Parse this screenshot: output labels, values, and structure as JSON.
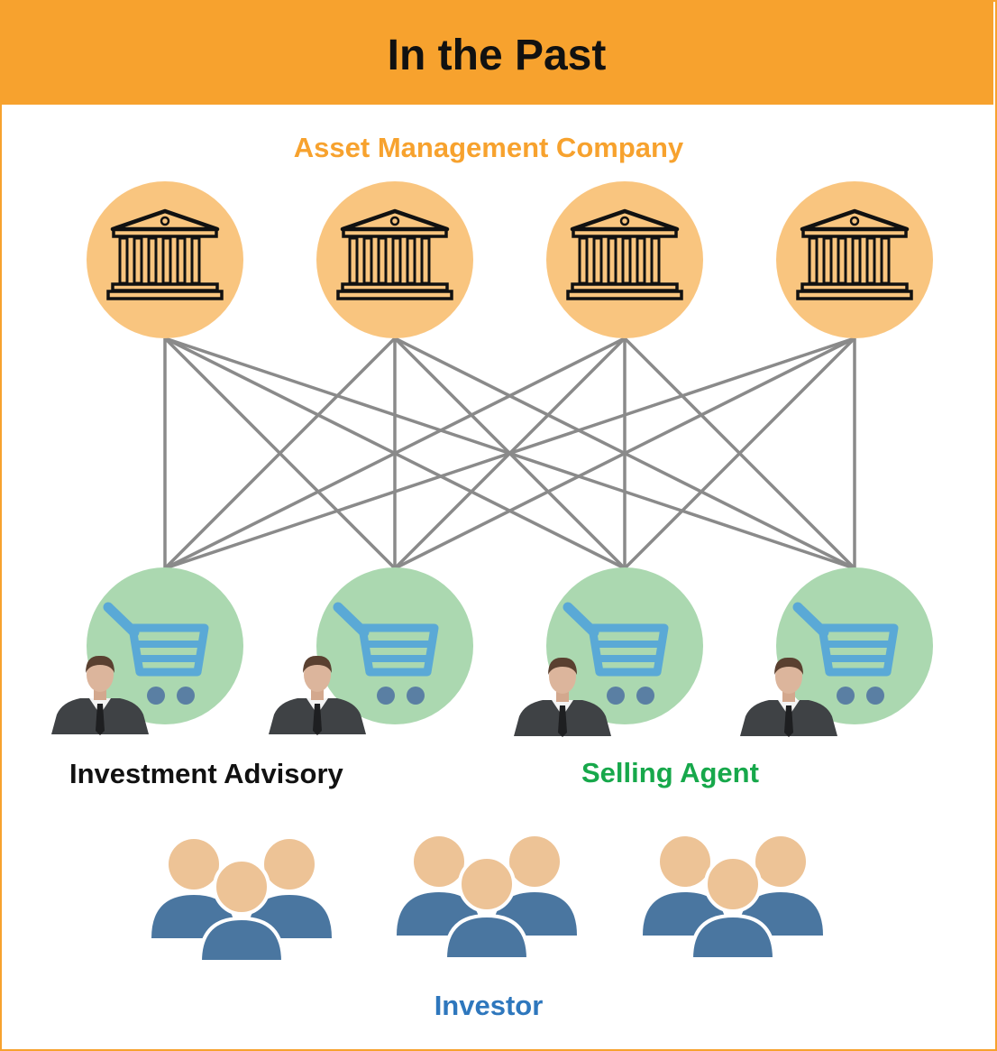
{
  "title": "In the Past",
  "amc_label": "Asset Management Company",
  "advisory_label": "Investment Advisory",
  "selling_label": "Selling Agent",
  "investor_label": "Investor",
  "icons": {
    "company": "bank-building-icon",
    "agent": "shopping-cart-icon",
    "advisor": "businessman-icon",
    "investor": "people-group-icon"
  },
  "colors": {
    "header": "#f7a22e",
    "company_circle": "#f9c57f",
    "agent_circle": "#abd8b0",
    "cart": "#5aa9d6",
    "line": "#8a8a8a",
    "investor_head": "#edc396",
    "investor_body": "#4a76a0",
    "amc_text": "#f7a22e",
    "selling_text": "#17a84b",
    "investor_text": "#2e77bd"
  }
}
